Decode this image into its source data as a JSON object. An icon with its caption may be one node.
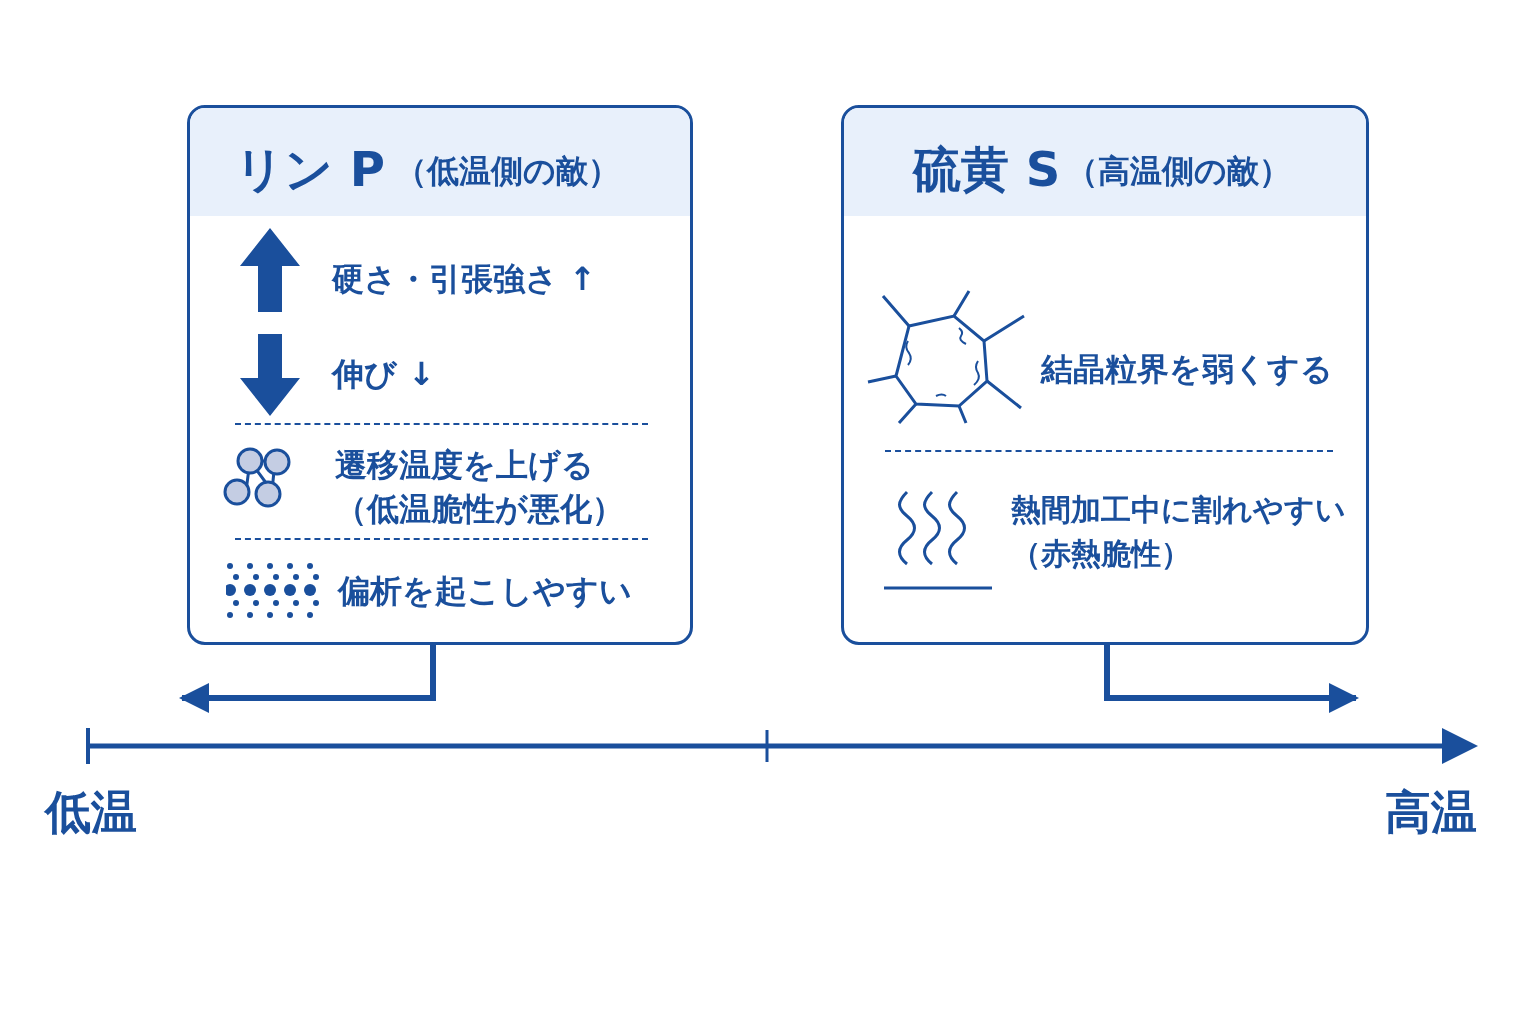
{
  "diagram": {
    "nodes": [
      {
        "text": [
          "リン P",
          "（低温側の敵）",
          "硬さ・引張強さ ↑",
          "伸び ↓",
          "遷移温度を上げる（低温脆性が悪化）",
          "偏析を起こしやすい"
        ]
      },
      {
        "text": [
          "硫黄 S",
          "（高温側の敵）",
          "結晶粒界を弱くする",
          "熱間加工中に割れやすい（赤熱脆性）"
        ]
      }
    ],
    "edges": [
      {
        "from": 0,
        "to": null,
        "arrow": "to"
      },
      {
        "from": 1,
        "to": null,
        "arrow": "to"
      }
    ],
    "labels": [
      "低温",
      "高温"
    ]
  }
}
